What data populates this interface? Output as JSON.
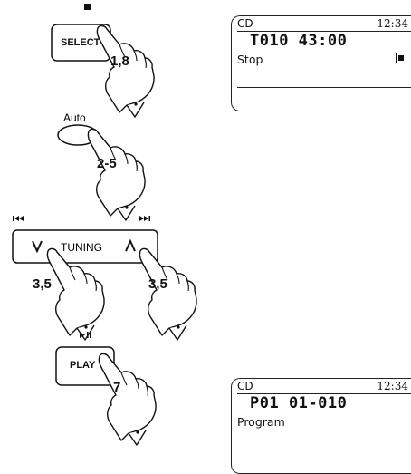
{
  "buttons": {
    "select": {
      "label": "SELECT",
      "steps": "1,8"
    },
    "auto": {
      "label": "Auto",
      "steps": "2-5"
    },
    "tuning": {
      "label": "TUNING",
      "left_steps": "3,5",
      "right_steps": "3,5"
    },
    "play": {
      "label": "PLAY",
      "steps": "7"
    }
  },
  "display_stop": {
    "source": "CD",
    "time": "12:34",
    "main": "T010 43:00",
    "status": "Stop"
  },
  "display_program": {
    "source": "CD",
    "time": "12:34",
    "main": "P01 01-010",
    "status": "Program"
  },
  "icons": [
    "stop-icon",
    "skip-back-icon",
    "skip-forward-icon",
    "play-pause-icon",
    "hand-pointer-icon"
  ]
}
